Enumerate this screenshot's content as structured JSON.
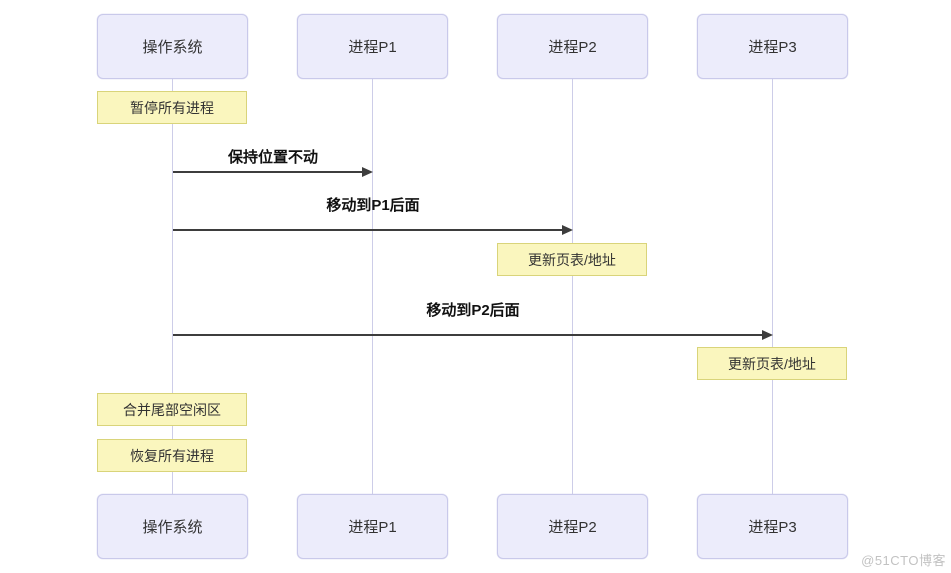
{
  "diagram": {
    "type": "sequence-diagram",
    "participants": [
      {
        "label": "操作系统"
      },
      {
        "label": "进程P1"
      },
      {
        "label": "进程P2"
      },
      {
        "label": "进程P3"
      }
    ],
    "messages": [
      {
        "from": "操作系统",
        "to": "进程P1",
        "label": "保持位置不动"
      },
      {
        "from": "操作系统",
        "to": "进程P2",
        "label": "移动到P1后面"
      },
      {
        "from": "操作系统",
        "to": "进程P3",
        "label": "移动到P2后面"
      }
    ],
    "notes": [
      {
        "over": "操作系统",
        "label": "暂停所有进程"
      },
      {
        "over": "进程P2",
        "label": "更新页表/地址"
      },
      {
        "over": "进程P3",
        "label": "更新页表/地址"
      },
      {
        "over": "操作系统",
        "label": "合并尾部空闲区"
      },
      {
        "over": "操作系统",
        "label": "恢复所有进程"
      }
    ],
    "colors": {
      "participant_fill": "#ECECFB",
      "participant_border": "#C9C9EA",
      "note_fill": "#FAF6BE",
      "note_border": "#D9D47A",
      "lifeline": "#CDCDE8",
      "arrow": "#3D3D3D"
    }
  },
  "watermark": {
    "text": "@51CTO博客"
  }
}
